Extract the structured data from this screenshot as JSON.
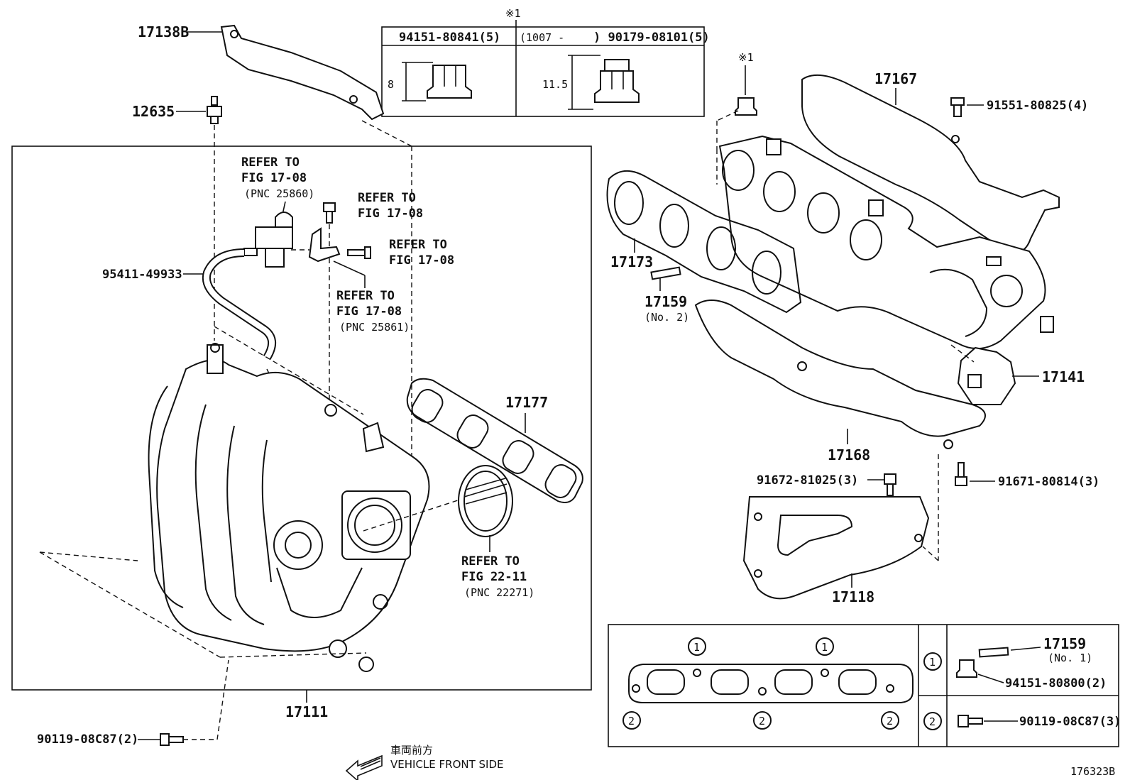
{
  "parts": {
    "p17138B": "17138B",
    "p12635": "12635",
    "p95411": "95411-49933",
    "p17111": "17111",
    "p17177": "17177",
    "p90119a": "90119-08C87(2)",
    "p17167": "17167",
    "p91551": "91551-80825(4)",
    "p17173": "17173",
    "p17159a": "17159",
    "p17159a_sub": "(No. 2)",
    "p17141": "17141",
    "p17168": "17168",
    "p91672": "91672-81025(3)",
    "p91671": "91671-80814(3)",
    "p17118": "17118",
    "p17159b": "17159",
    "p17159b_sub": "(No. 1)",
    "p94151b": "94151-80800(2)",
    "p90119b": "90119-08C87(3)"
  },
  "refs": {
    "r1": [
      "REFER TO",
      "FIG 17-08",
      "(PNC 25860)"
    ],
    "r2": [
      "REFER TO",
      "FIG 17-08"
    ],
    "r3": [
      "REFER TO",
      "FIG 17-08"
    ],
    "r4": [
      "REFER TO",
      "FIG 17-08",
      "(PNC 25861)"
    ],
    "r5": [
      "REFER TO",
      "FIG 22-11",
      "(PNC 22271)"
    ]
  },
  "nut_table": {
    "mark": "※1",
    "col1_header": "94151-80841(5)",
    "col2_header_range": "(1007 -",
    "col2_header_part": ") 90179-08101(5)",
    "col1_dim": "8",
    "col2_dim": "11.5"
  },
  "nut_mark": "※1",
  "legend": {
    "circle1": "1",
    "circle2": "2"
  },
  "footer": {
    "front_jp": "車両前方",
    "front_en": "VEHICLE FRONT SIDE",
    "figure_code": "176323B"
  }
}
